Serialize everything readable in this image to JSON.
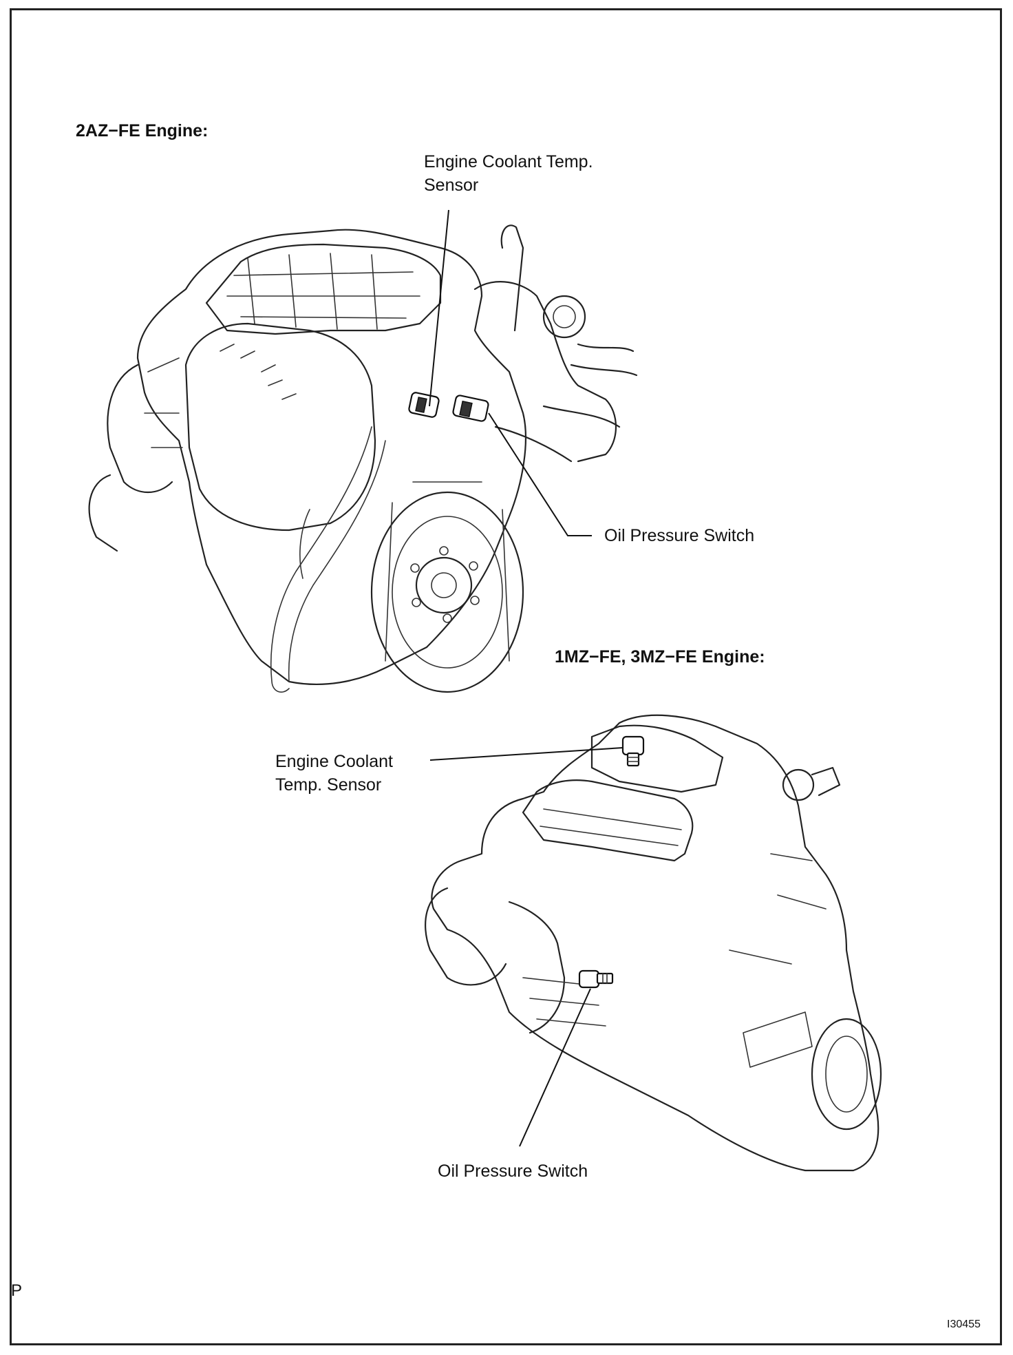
{
  "engine_top": {
    "title": "2AZ−FE Engine:",
    "labels": {
      "coolant_sensor": "Engine Coolant Temp.\nSensor",
      "oil_switch": "Oil Pressure Switch"
    }
  },
  "engine_bottom": {
    "title": "1MZ−FE, 3MZ−FE Engine:",
    "labels": {
      "coolant_sensor": "Engine Coolant\nTemp. Sensor",
      "oil_switch": "Oil Pressure Switch"
    }
  },
  "page_mark": "P",
  "figure_id": "I30455"
}
